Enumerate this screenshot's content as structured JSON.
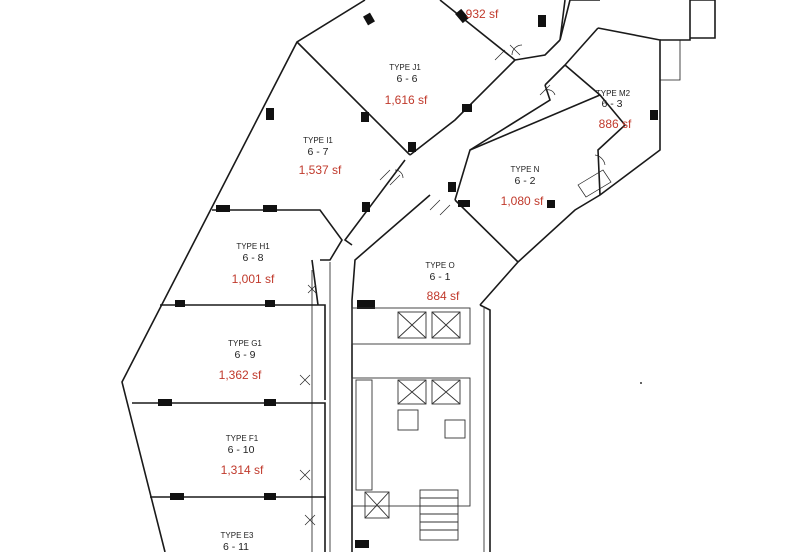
{
  "units": [
    {
      "id": "6-5",
      "type": "",
      "number": "",
      "area": "932 sf"
    },
    {
      "id": "6-6",
      "type": "TYPE J1",
      "number": "6 - 6",
      "area": "1,616 sf"
    },
    {
      "id": "6-3",
      "type": "TYPE M2",
      "number": "6 - 3",
      "area": "886 sf"
    },
    {
      "id": "6-7",
      "type": "TYPE I1",
      "number": "6 - 7",
      "area": "1,537 sf"
    },
    {
      "id": "6-2",
      "type": "TYPE N",
      "number": "6 - 2",
      "area": "1,080 sf"
    },
    {
      "id": "6-1",
      "type": "TYPE O",
      "number": "6 - 1",
      "area": "884 sf"
    },
    {
      "id": "6-8",
      "type": "TYPE H1",
      "number": "6 - 8",
      "area": "1,001 sf"
    },
    {
      "id": "6-9",
      "type": "TYPE G1",
      "number": "6 - 9",
      "area": "1,362 sf"
    },
    {
      "id": "6-10",
      "type": "TYPE F1",
      "number": "6 - 10",
      "area": "1,314 sf"
    },
    {
      "id": "6-11",
      "type": "TYPE E3",
      "number": "6 - 11",
      "area": ""
    }
  ],
  "colors": {
    "wall": "#1a1a1a",
    "area_text": "#c0392b"
  }
}
